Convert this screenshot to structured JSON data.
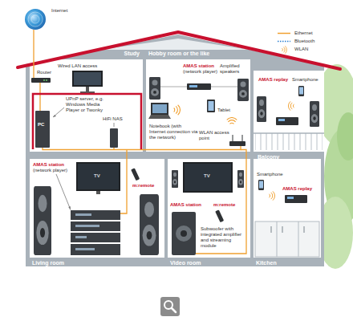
{
  "diagram": {
    "nodes": [
      {
        "text": [
          "Study"
        ]
      },
      {
        "text": [
          "Hobby room or the like"
        ]
      },
      {
        "text": [
          "Balcony"
        ]
      },
      {
        "text": [
          "Living room"
        ]
      },
      {
        "text": [
          "Video room"
        ]
      },
      {
        "text": [
          "Kitchen"
        ]
      }
    ],
    "labels": [
      "Internet",
      "Wired LAN access",
      "Router",
      "PC",
      "UPnP server, e.g. Windows Media Player or Twonky",
      "HiFi NAS",
      "AMAS station",
      "(network player)",
      "Amplified speakers",
      "Tablet",
      "Notebook (with Internet connection via the network)",
      "WLAN access point",
      "AMAS replay",
      "Smartphone",
      "AMAS station",
      "(network player)",
      "TV",
      "m:remote",
      "TV",
      "AMAS station",
      "m:remote",
      "Subwoofer with integrated amplifier and streaming module",
      "Smartphone",
      "AMAS replay"
    ],
    "legend": [
      {
        "text": "Ethernet"
      },
      {
        "text": "Bluetooth"
      },
      {
        "text": "WLAN"
      }
    ]
  }
}
